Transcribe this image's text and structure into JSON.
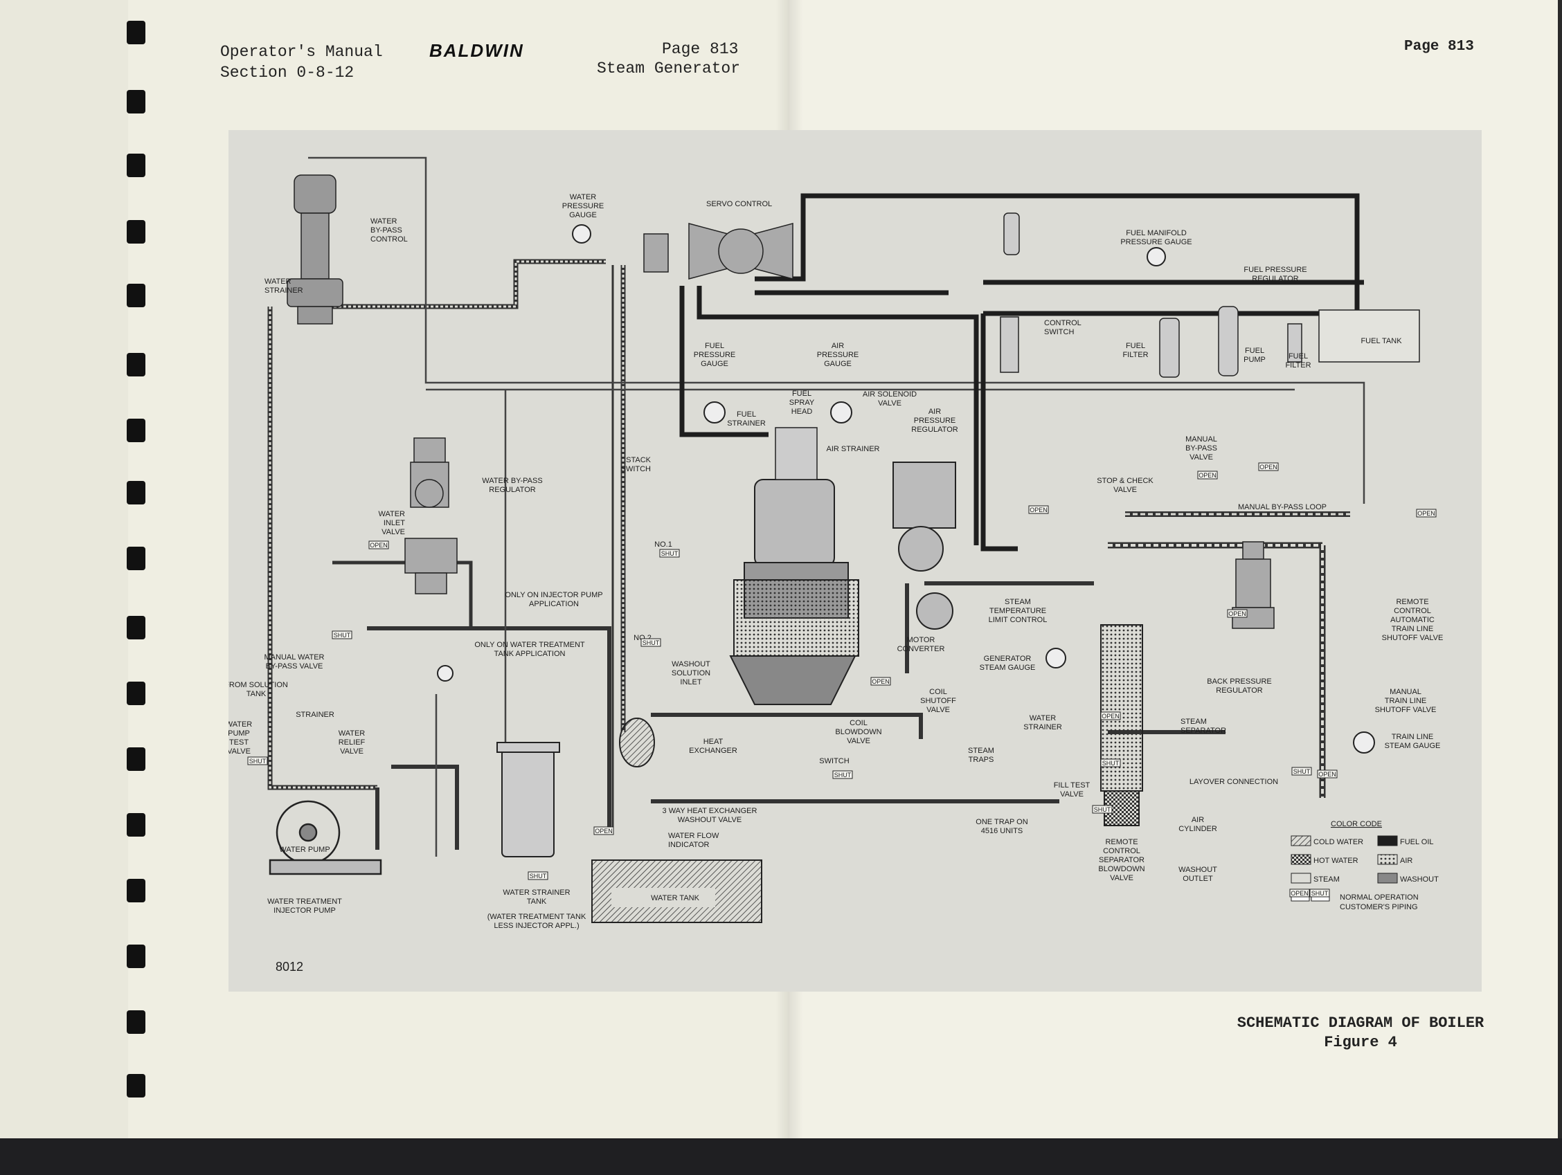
{
  "header": {
    "manual_title": "Operator's Manual",
    "section": "Section 0-8-12",
    "brand": "BALDWIN",
    "page_left": "Page 813",
    "subject": "Steam Generator",
    "page_right": "Page 813"
  },
  "caption": {
    "title": "SCHEMATIC DIAGRAM OF BOILER",
    "figure": "Figure 4"
  },
  "drawing_number": "8012",
  "labels": {
    "water_strainer_top": [
      "WATER",
      "STRAINER"
    ],
    "water_bypass_control": [
      "WATER",
      "BY-PASS",
      "CONTROL"
    ],
    "water_pressure_gauge": [
      "WATER",
      "PRESSURE",
      "GAUGE"
    ],
    "servo_control": "SERVO CONTROL",
    "fuel_manifold_pressure_gauge": [
      "FUEL MANIFOLD",
      "PRESSURE GAUGE"
    ],
    "fuel_pressure_regulator": [
      "FUEL PRESSURE",
      "REGULATOR"
    ],
    "control_switch": [
      "CONTROL",
      "SWITCH"
    ],
    "fuel_filter_1": [
      "FUEL",
      "FILTER"
    ],
    "fuel_pump": [
      "FUEL",
      "PUMP"
    ],
    "fuel_filter_2": [
      "FUEL",
      "FILTER"
    ],
    "fuel_tank": "FUEL TANK",
    "fuel_pressure_gauge": [
      "FUEL",
      "PRESSURE",
      "GAUGE"
    ],
    "air_pressure_gauge": [
      "AIR",
      "PRESSURE",
      "GAUGE"
    ],
    "fuel_spray_head": [
      "FUEL",
      "SPRAY",
      "HEAD"
    ],
    "air_solenoid_valve": [
      "AIR SOLENOID",
      "VALVE"
    ],
    "air_pressure_regulator": [
      "AIR",
      "PRESSURE",
      "REGULATOR"
    ],
    "fuel_strainer": [
      "FUEL",
      "STRAINER"
    ],
    "air_strainer": "AIR STRAINER",
    "stack_switch": [
      "STACK",
      "SWITCH"
    ],
    "water_bypass_regulator": [
      "WATER BY-PASS",
      "REGULATOR"
    ],
    "water_inlet_valve": [
      "WATER",
      "INLET",
      "VALVE"
    ],
    "manual_bypass_valve_right": [
      "MANUAL",
      "BY-PASS",
      "VALVE"
    ],
    "stop_check_valve": [
      "STOP & CHECK",
      "VALVE"
    ],
    "manual_bypass_loop": "MANUAL BY-PASS LOOP",
    "only_on_injector": [
      "ONLY ON INJECTOR PUMP",
      "APPLICATION"
    ],
    "no1": "NO.1",
    "no2": "NO.2",
    "steam_temp_limit": [
      "STEAM",
      "TEMPERATURE",
      "LIMIT CONTROL"
    ],
    "motor_converter": [
      "MOTOR",
      "CONVERTER"
    ],
    "remote_control_auto": [
      "REMOTE",
      "CONTROL",
      "AUTOMATIC",
      "TRAIN LINE",
      "SHUTOFF VALVE"
    ],
    "manual_water_bypass": [
      "MANUAL WATER",
      "BY-PASS VALVE"
    ],
    "only_on_water_treatment": [
      "ONLY ON WATER TREATMENT",
      "TANK APPLICATION"
    ],
    "from_solution_tank": [
      "FROM SOLUTION",
      "TANK"
    ],
    "strainer": "STRAINER",
    "washout_solution_inlet": [
      "WASHOUT",
      "SOLUTION",
      "INLET"
    ],
    "generator_steam_gauge": [
      "GENERATOR",
      "STEAM GAUGE"
    ],
    "back_pressure_regulator": [
      "BACK PRESSURE",
      "REGULATOR"
    ],
    "coil_shutoff_valve": [
      "COIL",
      "SHUTOFF",
      "VALVE"
    ],
    "manual_train_line": [
      "MANUAL",
      "TRAIN LINE",
      "SHUTOFF VALVE"
    ],
    "water_pump_test_valve": [
      "WATER",
      "PUMP",
      "TEST",
      "VALVE"
    ],
    "water_relief_valve": [
      "WATER",
      "RELIEF",
      "VALVE"
    ],
    "heat_exchanger": [
      "HEAT",
      "EXCHANGER"
    ],
    "coil_blowdown_valve": [
      "COIL",
      "BLOWDOWN",
      "VALVE"
    ],
    "water_strainer_mid": [
      "WATER",
      "STRAINER"
    ],
    "steam_separator": [
      "STEAM",
      "SEPARATOR"
    ],
    "train_line_steam_gauge": [
      "TRAIN LINE",
      "STEAM GAUGE"
    ],
    "switch": "SWITCH",
    "steam_traps": [
      "STEAM",
      "TRAPS"
    ],
    "layover_connection": "LAYOVER CONNECTION",
    "fill_test_valve": [
      "FILL TEST",
      "VALVE"
    ],
    "three_way_valve": [
      "3 WAY HEAT EXCHANGER",
      "WASHOUT VALVE"
    ],
    "water_flow_indicator": [
      "WATER FLOW",
      "INDICATOR"
    ],
    "one_trap": [
      "ONE TRAP ON",
      "4516 UNITS"
    ],
    "air_cylinder": [
      "AIR",
      "CYLINDER"
    ],
    "water_pump": "WATER PUMP",
    "remote_control_separator": [
      "REMOTE",
      "CONTROL",
      "SEPARATOR",
      "BLOWDOWN",
      "VALVE"
    ],
    "washout_outlet": [
      "WASHOUT",
      "OUTLET"
    ],
    "water_strainer_tank": [
      "WATER STRAINER",
      "TANK"
    ],
    "water_tank": "WATER TANK",
    "water_treatment_injector": [
      "WATER TREATMENT",
      "INJECTOR PUMP"
    ],
    "water_treatment_tank_note": [
      "(WATER TREATMENT TANK",
      "LESS INJECTOR APPL.)"
    ]
  },
  "valve_tags": {
    "open": "OPEN",
    "shut": "SHUT"
  },
  "legend": {
    "title": "COLOR CODE",
    "items": [
      {
        "key": "cold_water",
        "label": "COLD WATER"
      },
      {
        "key": "fuel_oil",
        "label": "FUEL OIL"
      },
      {
        "key": "hot_water",
        "label": "HOT WATER"
      },
      {
        "key": "air",
        "label": "AIR"
      },
      {
        "key": "steam",
        "label": "STEAM"
      },
      {
        "key": "washout",
        "label": "WASHOUT"
      }
    ],
    "normal_operation": "NORMAL OPERATION",
    "customers_piping": "CUSTOMER'S PIPING"
  },
  "colors": {
    "page": "#efeee2",
    "diagram_bg": "#dcdcd6",
    "ink": "#1e1e1e",
    "fuel_line": "#222222",
    "binding": "#111111"
  }
}
